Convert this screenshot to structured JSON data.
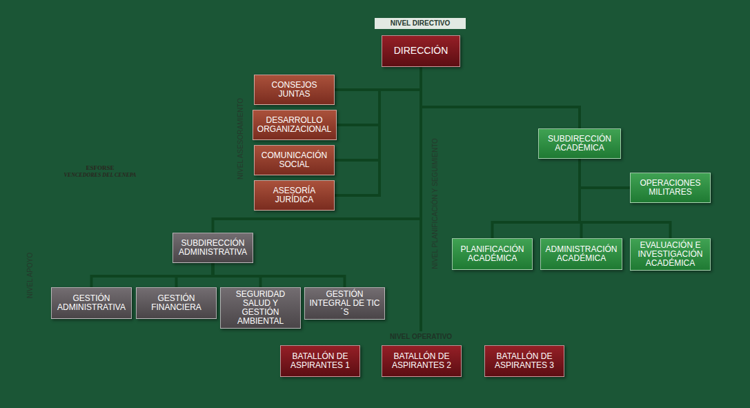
{
  "diagram": {
    "nodes": [
      {
        "text": [
          "NIVEL DIRECTIVO"
        ]
      },
      {
        "text": [
          "DIRECCIÓN"
        ],
        "in": 0
      },
      {
        "text": [
          "NIVEL ASESORAMIENTO"
        ]
      },
      {
        "text": [
          "CONSEJOS JUNTAS"
        ],
        "in": 2
      },
      {
        "text": [
          "DESARROLLO ORGANIZACIONAL"
        ],
        "in": 2
      },
      {
        "text": [
          "COMUNICACIÓN SOCIAL"
        ],
        "in": 2
      },
      {
        "text": [
          "ASESORÍA JURÍDICA"
        ],
        "in": 2
      },
      {
        "text": [
          "NIVEL PLANIFICACIÓN Y SEGUIMIENTO"
        ]
      },
      {
        "text": [
          "SUBDIRECCIÓN ACADÉMICA"
        ],
        "in": 7
      },
      {
        "text": [
          "OPERACIONES MILITARES"
        ],
        "in": 7
      },
      {
        "text": [
          "PLANIFICACIÓN ACADÉMICA"
        ],
        "in": 7
      },
      {
        "text": [
          "ADMINISTRACIÓN ACADÉMICA"
        ],
        "in": 7
      },
      {
        "text": [
          "EVALUACIÓN E INVESTIGACIÓN ACADÉMICA"
        ],
        "in": 7
      },
      {
        "text": [
          "NIVEL APOYO"
        ]
      },
      {
        "text": [
          "SUBDIRECCIÓN ADMINISTRATIVA"
        ],
        "in": 13
      },
      {
        "text": [
          "GESTIÓN ADMINISTRATIVA"
        ],
        "in": 13
      },
      {
        "text": [
          "GESTIÓN FINANCIERA"
        ],
        "in": 13
      },
      {
        "text": [
          "SEGURIDAD SALUD Y GESTIÓN AMBIENTAL"
        ],
        "in": 13
      },
      {
        "text": [
          "GESTIÓN INTEGRAL DE TIC´S"
        ],
        "in": 13
      },
      {
        "text": [
          "NIVEL OPERATIVO"
        ]
      },
      {
        "text": [
          "BATALLÓN DE ASPIRANTES 1"
        ],
        "in": 19
      },
      {
        "text": [
          "BATALLÓN DE ASPIRANTES 2"
        ],
        "in": 19
      },
      {
        "text": [
          "BATALLÓN DE ASPIRANTES 3"
        ],
        "in": 19
      }
    ],
    "edges": [
      {
        "from": 1,
        "to": 3,
        "arrow": "none"
      },
      {
        "from": 1,
        "to": 4,
        "arrow": "none"
      },
      {
        "from": 1,
        "to": 5,
        "arrow": "none"
      },
      {
        "from": 1,
        "to": 6,
        "arrow": "none"
      },
      {
        "from": 1,
        "to": 8,
        "arrow": "none"
      },
      {
        "from": 1,
        "to": 14,
        "arrow": "none"
      },
      {
        "from": 1,
        "to": 19,
        "arrow": "none"
      },
      {
        "from": 8,
        "to": 9,
        "arrow": "none"
      },
      {
        "from": 8,
        "to": 10,
        "arrow": "none"
      },
      {
        "from": 8,
        "to": 11,
        "arrow": "none"
      },
      {
        "from": 8,
        "to": 12,
        "arrow": "none"
      },
      {
        "from": 14,
        "to": 15,
        "arrow": "none"
      },
      {
        "from": 14,
        "to": 16,
        "arrow": "none"
      },
      {
        "from": 14,
        "to": 17,
        "arrow": "none"
      },
      {
        "from": 14,
        "to": 18,
        "arrow": "none"
      }
    ],
    "labels": [
      "ESFORSE",
      "VENCEDORES DEL CENEPA"
    ]
  }
}
